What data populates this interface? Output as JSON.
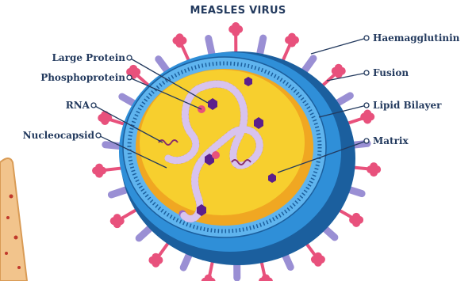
{
  "title": "MEASLES VIRUS",
  "labels": {
    "large_protein": "Large Protein",
    "phosphoprotein": "Phosphoprotein",
    "rna": "RNA",
    "nucleocapsid": "Nucleocapsid",
    "haemagglutinin": "Haemagglutinin",
    "fusion": "Fusion",
    "lipid_bilayer": "Lipid Bilayer",
    "matrix": "Matrix"
  },
  "colors": {
    "title": "#233a5e",
    "envelope_blue": "#2f8fd8",
    "envelope_dark": "#1b5f9e",
    "core_yellow": "#f7cf2e",
    "core_orange": "#f0a722",
    "glycoprotein_pink": "#e8517c",
    "fusion_lavender": "#9a8fd4",
    "nucleocapsid_purple": "#9868c8",
    "protein_dark_purple": "#5b1f8c",
    "cell_tan": "#e8b47a"
  }
}
